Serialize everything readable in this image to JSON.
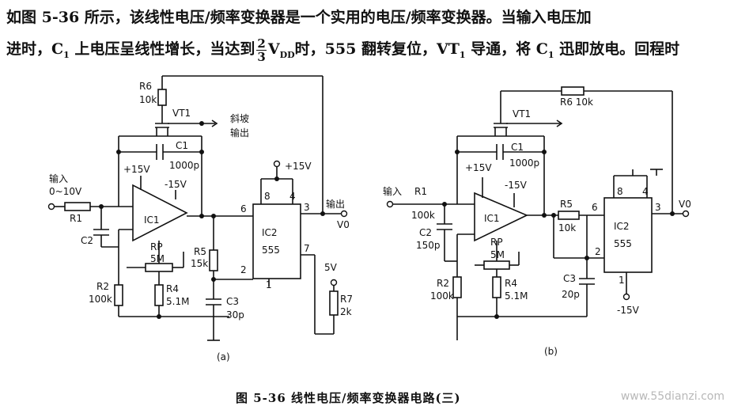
{
  "text": {
    "line1": "如图 5-36 所示，该线性电压/频率变换器是一个实用的电压/频率变换器。当输入电压加",
    "line2_a": "进时，C",
    "line2_a_sub": "1",
    "line2_b": " 上电压呈线性增长，当达到",
    "frac_num": "2",
    "frac_den": "3",
    "line2_c": "V",
    "line2_c_sub": "DD",
    "line2_d": "时，555 翻转复位，VT",
    "line2_d_sub": "1",
    "line2_e": " 导通，将 C",
    "line2_e_sub": "1",
    "line2_f": " 迅即放电。回程时"
  },
  "caption": "图 5-36   线性电压/频率变换器电路(三)",
  "watermark": "www.55dianzi.com",
  "circuit_a": {
    "sublabel": "(a)",
    "r6": "R6",
    "r6_val": "10k",
    "vt1": "VT1",
    "ramp_out_1": "斜坡",
    "ramp_out_2": "输出",
    "c1": "C1",
    "c1_val": "1000p",
    "plus15_a": "+15V",
    "minus15": "-15V",
    "plus15_b": "+15V",
    "input_label": "输入",
    "input_range": "0~10V",
    "r1": "R1",
    "ic1": "IC1",
    "rp": "RP",
    "rp_val": "5M",
    "c2": "C2",
    "r5": "R5",
    "r5_val": "15k",
    "ic2": "IC2",
    "ic2_val": "555",
    "pin8": "8",
    "pin4": "4",
    "pin6": "6",
    "pin3": "3",
    "pin2": "2",
    "pin7": "7",
    "pin1": "1",
    "output_label": "输出",
    "vo": "V0",
    "v5": "5V",
    "r7": "R7",
    "r7_val": "2k",
    "r2": "R2",
    "r2_val": "100k",
    "r4": "R4",
    "r4_val": "5.1M",
    "c3": "C3",
    "c3_val": "30p"
  },
  "circuit_b": {
    "sublabel": "(b)",
    "vt1": "VT1",
    "r6": "R6 10k",
    "c1": "C1",
    "c1_val": "1000p",
    "plus15": "+15V",
    "minus15_top": "-15V",
    "input_label": "输入",
    "r1": "R1",
    "r1_val": "100k",
    "ic1": "IC1",
    "c2": "C2",
    "c2_val": "150p",
    "rp": "RP",
    "rp_val": "5M",
    "r5": "R5",
    "r5_val": "10k",
    "ic2": "IC2",
    "ic2_val": "555",
    "pin8": "8",
    "pin4": "4",
    "pin6": "6",
    "pin3": "3",
    "pin2": "2",
    "pin1": "1",
    "vo": "V0",
    "r2": "R2",
    "r2_val": "100k",
    "r4": "R4",
    "r4_val": "5.1M",
    "c3": "C3",
    "c3_val": "20p",
    "minus15_bot": "-15V"
  }
}
